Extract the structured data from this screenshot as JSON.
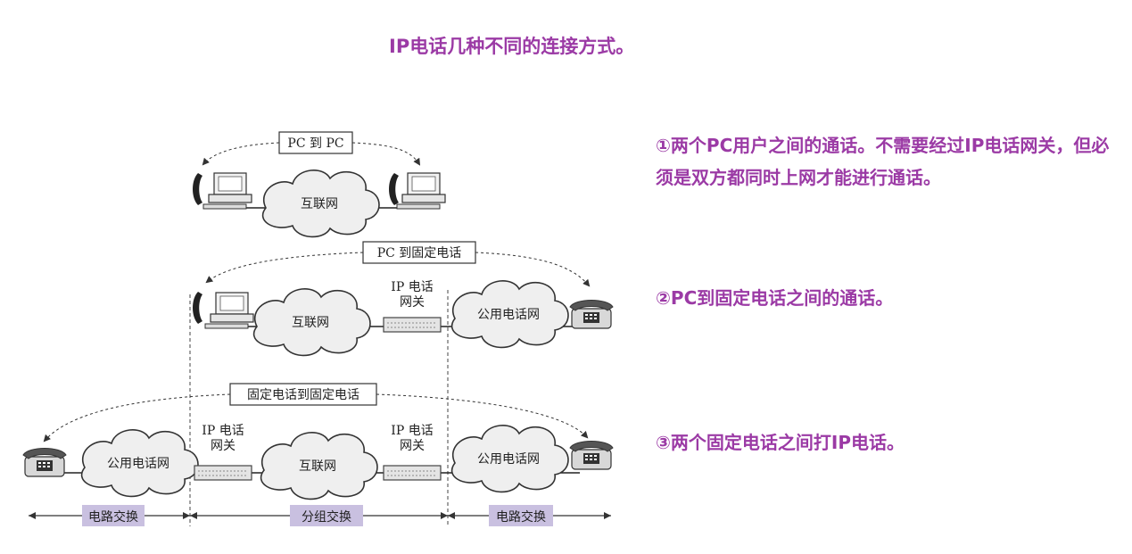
{
  "title": "IP电话几种不同的连接方式。",
  "descriptions": [
    "①两个PC用户之间的通话。不需要经过IP电话网关，但必须是双方都同时上网才能进行通话。",
    "②PC到固定电话之间的通话。",
    "③两个固定电话之间打IP电话。"
  ],
  "diagram": {
    "pc_to_pc": "PC 到 PC",
    "pc_to_phone": "PC 到固定电话",
    "phone_to_phone": "固定电话到固定电话",
    "internet": "互联网",
    "pstn": "公用电话网",
    "gateway_line1": "IP 电话",
    "gateway_line2": "网关",
    "circuit_switching": "电路交换",
    "packet_switching": "分组交换"
  },
  "colors": {
    "accent": "#9b3aa5",
    "highlight": "#c9c0e0"
  }
}
